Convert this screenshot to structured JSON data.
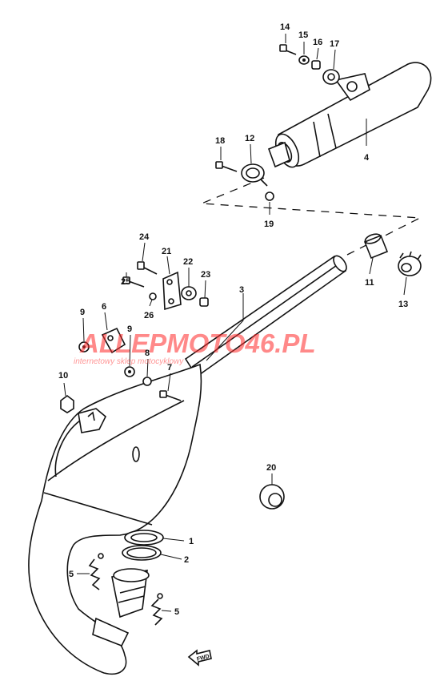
{
  "watermark": {
    "brand": "ALLEPMOTO46.PL",
    "tagline": "internetowy sklep motocyklowy"
  },
  "forward_marker": "FWD",
  "callouts": [
    {
      "id": "part-1",
      "label": "1"
    },
    {
      "id": "part-2",
      "label": "2"
    },
    {
      "id": "part-3",
      "label": "3"
    },
    {
      "id": "part-4",
      "label": "4"
    },
    {
      "id": "part-5a",
      "label": "5"
    },
    {
      "id": "part-5b",
      "label": "5"
    },
    {
      "id": "part-6",
      "label": "6"
    },
    {
      "id": "part-7",
      "label": "7"
    },
    {
      "id": "part-8",
      "label": "8"
    },
    {
      "id": "part-9a",
      "label": "9"
    },
    {
      "id": "part-9b",
      "label": "9"
    },
    {
      "id": "part-10",
      "label": "10"
    },
    {
      "id": "part-11",
      "label": "11"
    },
    {
      "id": "part-12",
      "label": "12"
    },
    {
      "id": "part-13",
      "label": "13"
    },
    {
      "id": "part-14",
      "label": "14"
    },
    {
      "id": "part-15",
      "label": "15"
    },
    {
      "id": "part-16",
      "label": "16"
    },
    {
      "id": "part-17",
      "label": "17"
    },
    {
      "id": "part-18",
      "label": "18"
    },
    {
      "id": "part-19",
      "label": "19"
    },
    {
      "id": "part-20",
      "label": "20"
    },
    {
      "id": "part-21",
      "label": "21"
    },
    {
      "id": "part-22",
      "label": "22"
    },
    {
      "id": "part-23",
      "label": "23"
    },
    {
      "id": "part-24",
      "label": "24"
    },
    {
      "id": "part-25",
      "label": "25"
    },
    {
      "id": "part-26",
      "label": "26"
    }
  ]
}
